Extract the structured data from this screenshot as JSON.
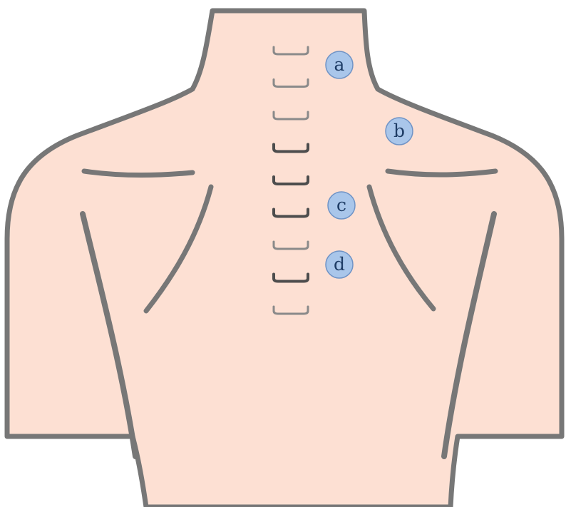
{
  "colors": {
    "skin": "#fde0d3",
    "outline": "#777777",
    "vertebra_light": "#8a8a8a",
    "vertebra_dark": "#4d4d4d",
    "marker_fill": "#a9c6ea",
    "marker_stroke": "#6f93c6",
    "marker_text": "#1f3d66"
  },
  "vertebrae_count": 9,
  "vertebrae_shades": [
    "light",
    "light",
    "light",
    "dark",
    "dark",
    "dark",
    "light",
    "dark",
    "light"
  ],
  "markers": [
    {
      "id": "a",
      "label": "a"
    },
    {
      "id": "b",
      "label": "b"
    },
    {
      "id": "c",
      "label": "c"
    },
    {
      "id": "d",
      "label": "d"
    }
  ]
}
